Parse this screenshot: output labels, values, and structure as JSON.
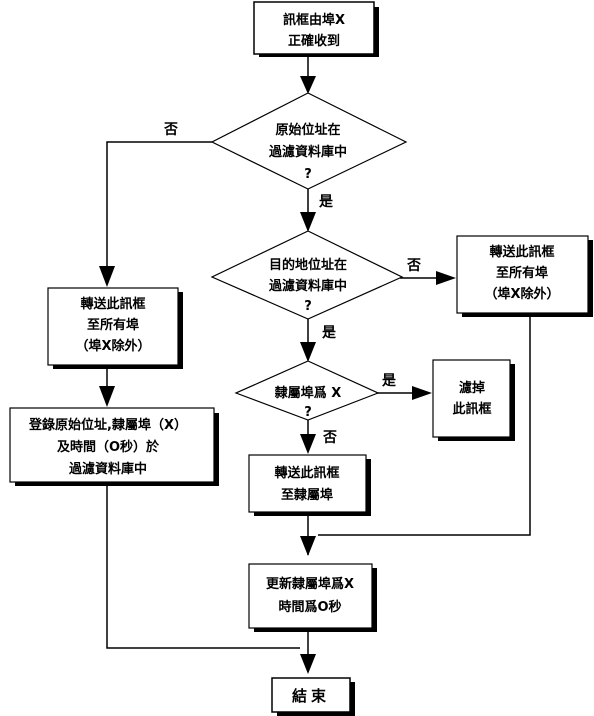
{
  "nodes": {
    "start": [
      "訊框由埠X",
      "正確收到"
    ],
    "q_src_in_db": [
      "原始位址在",
      "過濾資料庫中",
      "?"
    ],
    "q_dst_in_db": [
      "目的地位址在",
      "過濾資料庫中",
      "?"
    ],
    "q_port_is_x": [
      "隸屬埠爲 X",
      "?"
    ],
    "forward_all_left": [
      "轉送此訊框",
      "至所有埠",
      "（埠X除外）"
    ],
    "forward_all_right": [
      "轉送此訊框",
      "至所有埠",
      "（埠X除外）"
    ],
    "register_src": [
      "登錄原始位址,隸屬埠（X）",
      "及時間（O秒）於",
      "過濾資料庫中"
    ],
    "filter_frame": [
      "濾掉",
      "此訊框"
    ],
    "forward_port": [
      "轉送此訊框",
      "至隸屬埠"
    ],
    "update_time": [
      "更新隸屬埠爲X",
      "時間爲O秒"
    ],
    "end": [
      "結束"
    ]
  },
  "edge_labels": {
    "q1_no": "否",
    "q1_yes": "是",
    "q2_no": "否",
    "q2_yes": "是",
    "q3_yes": "是",
    "q3_no": "否"
  }
}
